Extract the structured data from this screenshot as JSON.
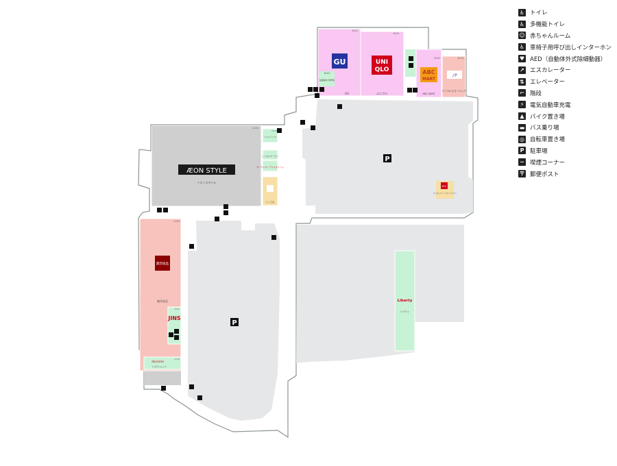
{
  "legend": [
    {
      "icon": "restroom-icon",
      "glyph": "♿",
      "label": "トイレ"
    },
    {
      "icon": "multipurpose-restroom-icon",
      "glyph": "♿",
      "label": "多機能トイレ"
    },
    {
      "icon": "baby-room-icon",
      "glyph": "☺",
      "label": "赤ちゃんルーム"
    },
    {
      "icon": "wheelchair-intercom-icon",
      "glyph": "♿",
      "label": "車椅子用呼び出しインターホン"
    },
    {
      "icon": "aed-icon",
      "glyph": "♥",
      "label": "AED（自動体外式除細動器）"
    },
    {
      "icon": "escalator-icon",
      "glyph": "↗",
      "label": "エスカレーター"
    },
    {
      "icon": "elevator-icon",
      "glyph": "⇅",
      "label": "エレベーター"
    },
    {
      "icon": "stairs-icon",
      "glyph": "⌐",
      "label": "階段"
    },
    {
      "icon": "ev-charger-icon",
      "glyph": "⚡",
      "label": "電気自動車充電"
    },
    {
      "icon": "bike-parking-icon",
      "glyph": "▲",
      "label": "バイク置き場"
    },
    {
      "icon": "bus-stop-icon",
      "glyph": "▬",
      "label": "バス乗り場"
    },
    {
      "icon": "bicycle-parking-icon",
      "glyph": "◎",
      "label": "自転車置き場"
    },
    {
      "icon": "parking-icon",
      "glyph": "P",
      "label": "駐車場"
    },
    {
      "icon": "smoking-area-icon",
      "glyph": "~",
      "label": "喫煙コーナー"
    },
    {
      "icon": "post-box-icon",
      "glyph": "〒",
      "label": "郵便ポスト"
    }
  ],
  "stores": {
    "gu": {
      "logo": "GU",
      "name": "GU",
      "code": "B102"
    },
    "uniqlo": {
      "logo_line1": "UNI",
      "logo_line2": "QLO",
      "name": "ユニクロ",
      "code": "B101"
    },
    "abc_mart": {
      "logo_line1": "ABC",
      "logo_line2": "MART",
      "name": "ABC-MART",
      "code": "B120"
    },
    "life_pharmacy": {
      "logo": "♪P",
      "name": "ライフ&ハピネ ドラッグ",
      "code": "B119"
    },
    "aeon_style": {
      "logo": "ÆON STYLE",
      "name": "イオンスタイル",
      "code": "A101"
    },
    "mujirushi": {
      "logo": "無印良品",
      "name": "無印良品",
      "code": "A103"
    },
    "jins": {
      "logo": "JINS",
      "code": "A107"
    },
    "kentucky": {
      "logo": "KFC",
      "name": "ケンタッキー フライドチキン"
    },
    "liberty": {
      "logo": "Liberty",
      "name": "リバティ"
    },
    "docomo": {
      "logo": "docomo",
      "name": "ドコモショップ",
      "code": "A110"
    },
    "small_west_1": {
      "name": "ソフトバンク",
      "code": "A117"
    },
    "small_west_2": {
      "name": "レンタルサービス"
    },
    "small_west_3": {
      "name": "サーティワン アイスクリーム"
    },
    "small_west_4": {
      "name": "パン工房"
    },
    "small_north": {
      "name": "佐藤歯科 整骨院",
      "code": "B103"
    }
  },
  "parking": {
    "north": "P",
    "south": "P"
  },
  "colors": {
    "fashion_pink": "#f9c7f2",
    "food_green": "#c8f2d6",
    "retail_red": "#f8c3bc",
    "general_gray": "#cfcfcf",
    "service_orange": "#f7dfa5",
    "parking_gray": "#e5e7e9",
    "outline": "#8a9490"
  }
}
